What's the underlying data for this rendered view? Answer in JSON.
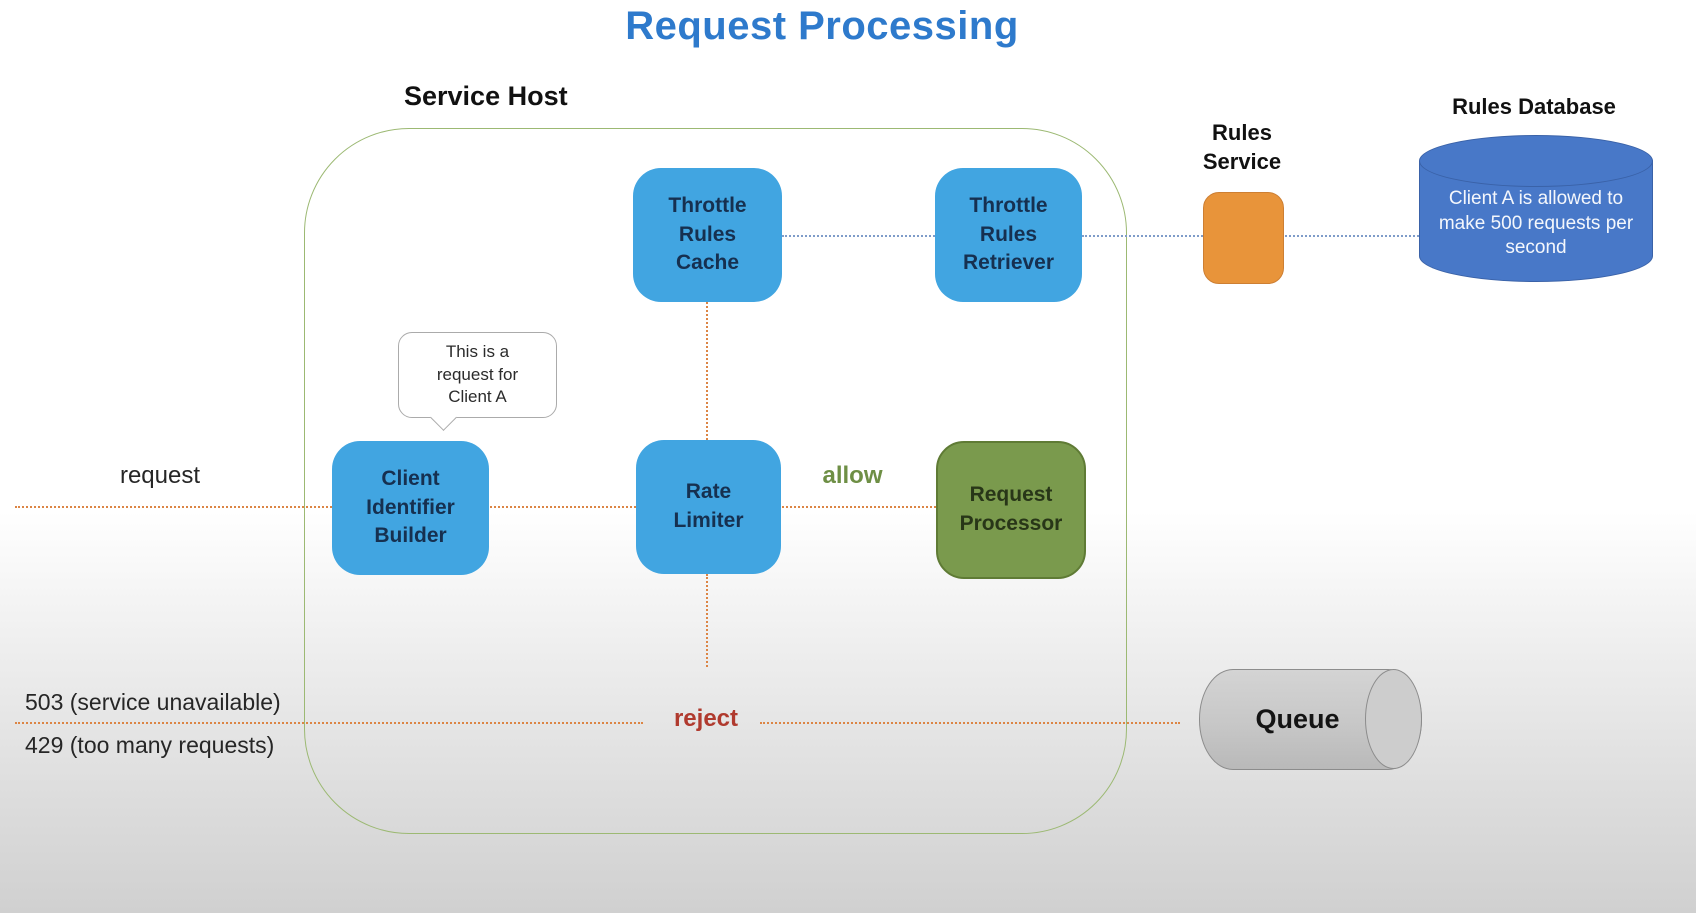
{
  "title": "Request Processing",
  "labels": {
    "service_host": "Service Host",
    "rules_service": "Rules\nService",
    "rules_database": "Rules Database",
    "request": "request",
    "allow": "allow",
    "reject": "reject",
    "status_503": "503 (service unavailable)",
    "status_429": "429 (too many requests)"
  },
  "nodes": {
    "throttle_rules_cache": "Throttle\nRules\nCache",
    "throttle_rules_retriever": "Throttle\nRules\nRetriever",
    "client_identifier_builder": "Client\nIdentifier\nBuilder",
    "rate_limiter": "Rate\nLimiter",
    "request_processor": "Request\nProcessor",
    "queue": "Queue"
  },
  "rules_database_note": "Client A is allowed to\nmake 500 requests per\nsecond",
  "callout": "This is a\nrequest for\nClient A",
  "colors": {
    "title-blue": "#2e7acc",
    "box-blue": "#41a5e1",
    "box-blue-text": "#163050",
    "box-green": "#7a9a4d",
    "box-green-border": "#5f7b35",
    "box-orange": "#e8943a",
    "box-orange-border": "#cd7f33",
    "db-blue": "#4878c8",
    "db-blue-border": "#3a62a8",
    "queue-gray": "#c7c7c7",
    "queue-gray-border": "#8c8c8c",
    "host-border": "#9cb973",
    "line-orange": "#dc8545",
    "line-blue": "#7f9cc9",
    "allow-green": "#6e8f45",
    "reject-red": "#b03a2e"
  }
}
